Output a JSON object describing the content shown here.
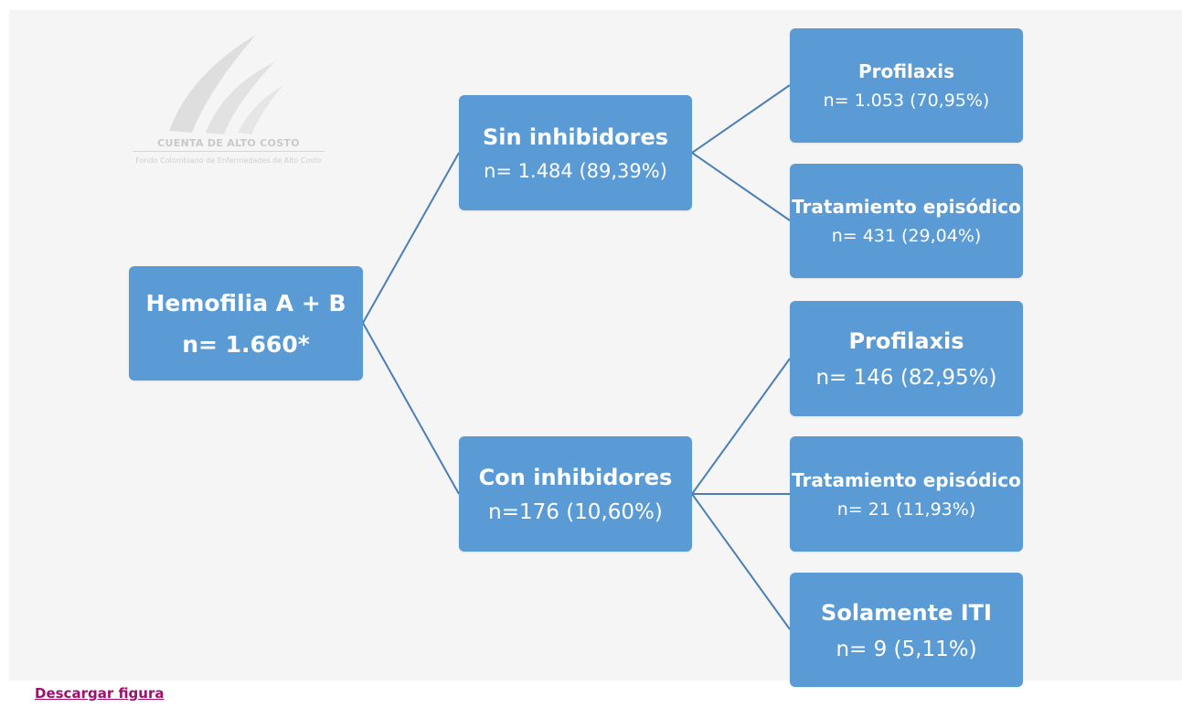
{
  "logo": {
    "name": "CUENTA DE ALTO COSTO",
    "tagline": "Fondo Colombiano de Enfermedades de Alto Costo"
  },
  "root": {
    "title": "Hemofilia A + B",
    "count": "n= 1.660*"
  },
  "sin_inhibidores": {
    "title": "Sin inhibidores",
    "count": "n= 1.484 (89,39%)",
    "children": [
      {
        "title": "Profilaxis",
        "count": "n= 1.053 (70,95%)"
      },
      {
        "title": "Tratamiento episódico",
        "count": "n= 431 (29,04%)"
      }
    ]
  },
  "con_inhibidores": {
    "title": "Con inhibidores",
    "count": "n=176 (10,60%)",
    "children": [
      {
        "title": "Profilaxis",
        "count": "n= 146 (82,95%)"
      },
      {
        "title": "Tratamiento episódico",
        "count": "n= 21 (11,93%)"
      },
      {
        "title": "Solamente ITI",
        "count": "n= 9 (5,11%)"
      }
    ]
  },
  "download_link": "Descargar figura",
  "colors": {
    "node_fill": "#5b9bd5",
    "connector": "#4a7fb5",
    "background": "#f5f5f5",
    "link": "#a0106e"
  }
}
